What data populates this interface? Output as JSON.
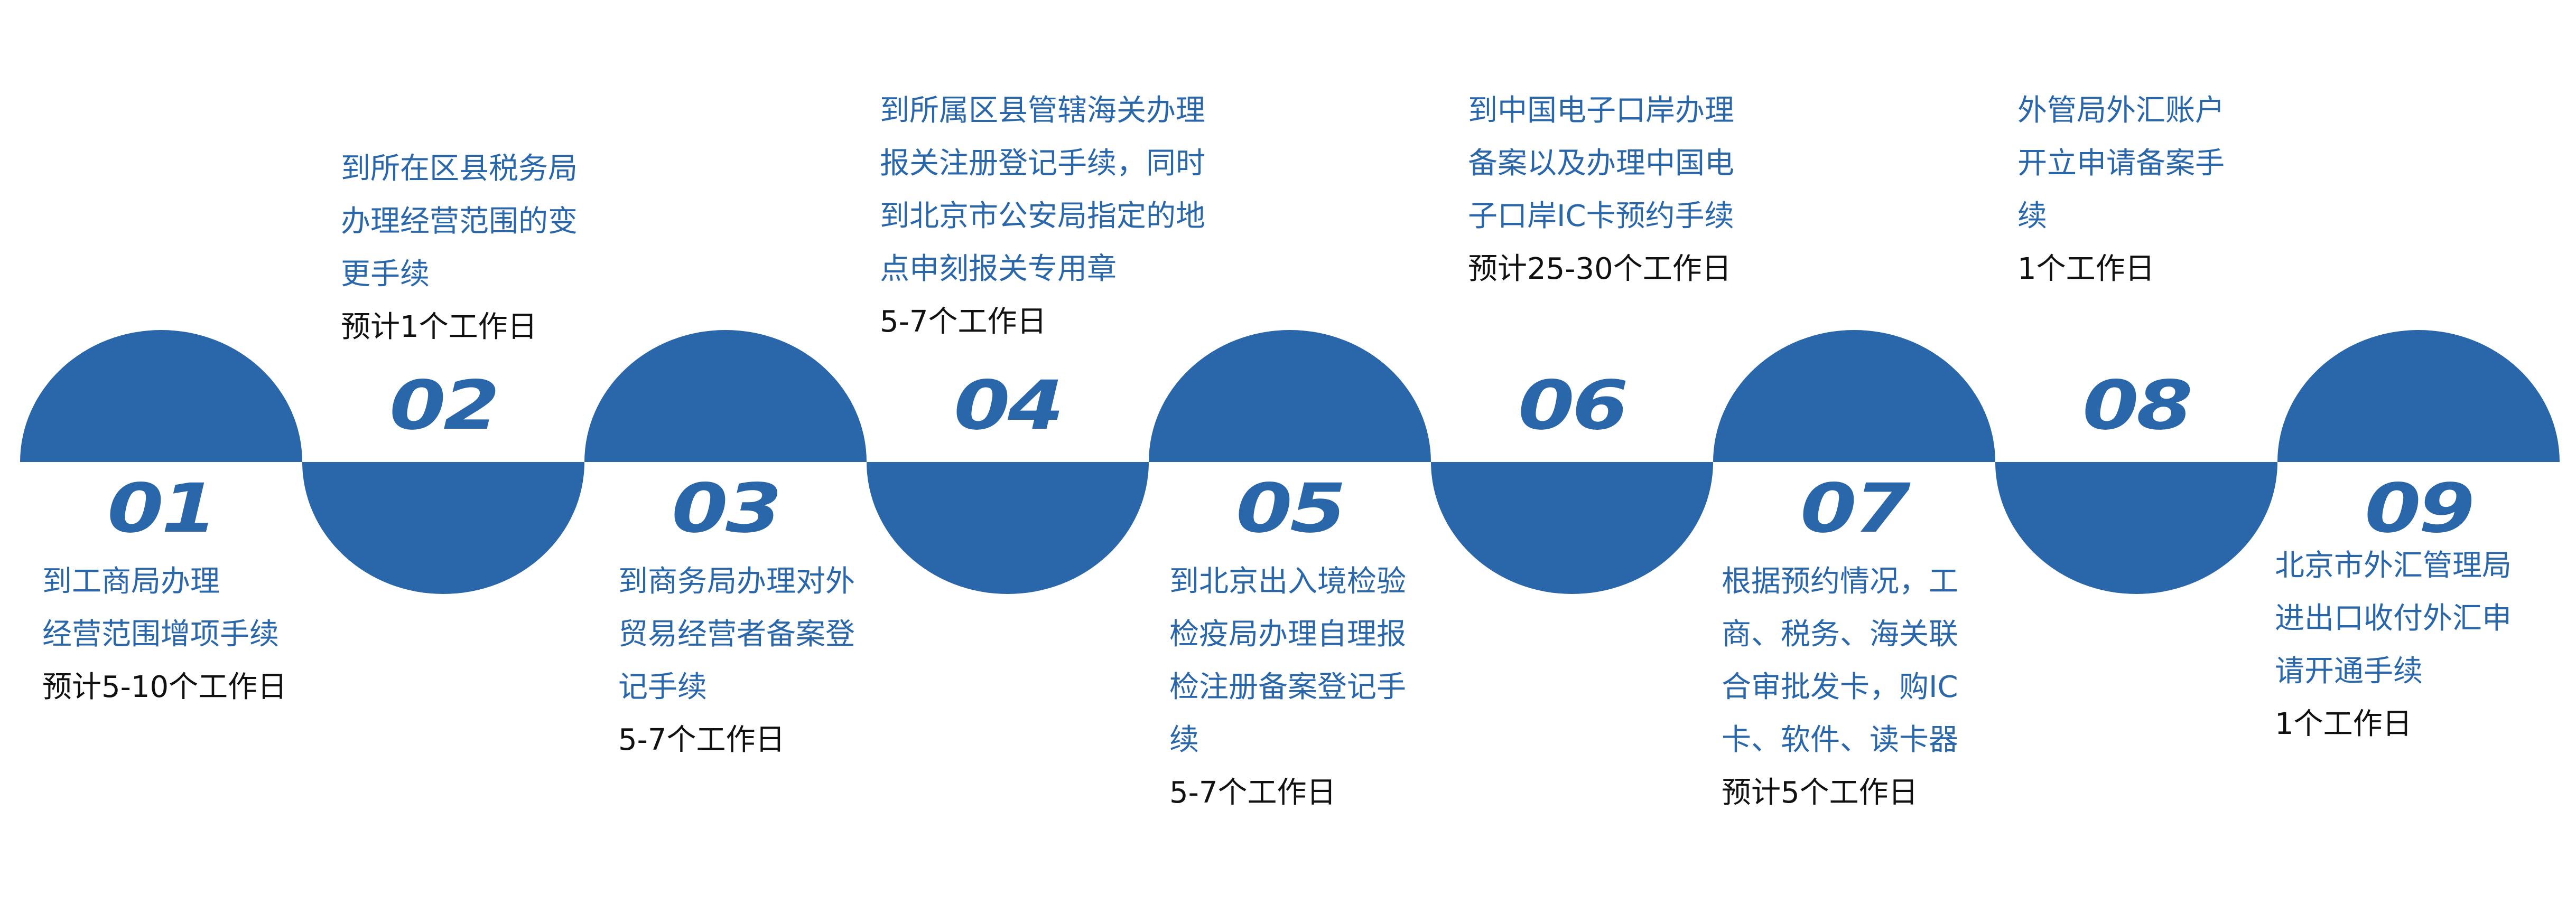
{
  "colors": {
    "accent": "#2a66aa",
    "desc_text": "#2a66aa",
    "time_text": "#111111"
  },
  "steps": [
    {
      "num": "01",
      "desc": [
        "到工商局办理",
        "经营范围增项手续"
      ],
      "time": "预计5-10个工作日"
    },
    {
      "num": "02",
      "desc": [
        "到所在区县税务局",
        "办理经营范围的变",
        "更手续"
      ],
      "time": "预计1个工作日"
    },
    {
      "num": "03",
      "desc": [
        "到商务局办理对外",
        "贸易经营者备案登",
        "记手续"
      ],
      "time": "5-7个工作日"
    },
    {
      "num": "04",
      "desc": [
        "到所属区县管辖海关办理",
        "报关注册登记手续，同时",
        "到北京市公安局指定的地",
        "点申刻报关专用章"
      ],
      "time": "5-7个工作日"
    },
    {
      "num": "05",
      "desc": [
        "到北京出入境检验",
        "检疫局办理自理报",
        "检注册备案登记手",
        "续"
      ],
      "time": "5-7个工作日"
    },
    {
      "num": "06",
      "desc": [
        "到中国电子口岸办理",
        "备案以及办理中国电",
        "子口岸IC卡预约手续"
      ],
      "time": "预计25-30个工作日"
    },
    {
      "num": "07",
      "desc": [
        "根据预约情况，工",
        "商、税务、海关联",
        "合审批发卡，购IC",
        "卡、软件、读卡器"
      ],
      "time": "预计5个工作日"
    },
    {
      "num": "08",
      "desc": [
        "外管局外汇账户",
        "开立申请备案手",
        "续"
      ],
      "time": "1个工作日"
    },
    {
      "num": "09",
      "desc": [
        "北京市外汇管理局",
        "进出口收付外汇申",
        "请开通手续"
      ],
      "time": "1个工作日"
    }
  ]
}
